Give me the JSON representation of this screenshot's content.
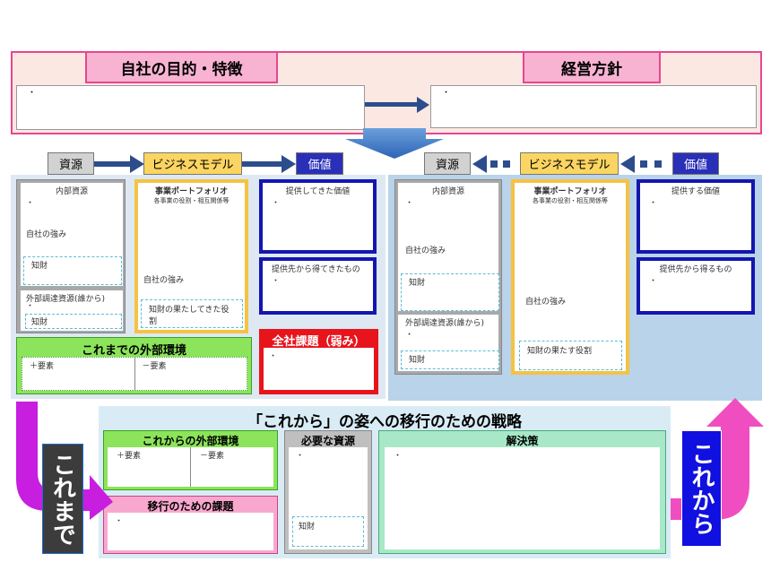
{
  "top": {
    "purpose_title": "自社の目的・特徴",
    "policy_title": "経営方針",
    "bullet": "・"
  },
  "labels": {
    "resource": "資源",
    "business_model": "ビジネスモデル",
    "value": "価値"
  },
  "past": {
    "internal": "内部資源",
    "strength": "自社の強み",
    "ip": "知財",
    "external": "外部調達資源(誰から)",
    "portfolio": "事業ポートフォリオ",
    "portfolio_sub": "各事業の役割・相互関係等",
    "bm_strength": "自社の強み",
    "ip_role": "知財の果たしてきた役割",
    "value1": "提供してきた価値",
    "value2": "提供先から得てきたもの",
    "env_title": "これまでの外部環境",
    "plus": "＋要素",
    "minus": "－要素",
    "issue_title": "全社課題（弱み）",
    "bullet": "・"
  },
  "future": {
    "internal": "内部資源",
    "strength": "自社の強み",
    "ip": "知財",
    "external": "外部調達資源(誰から)",
    "portfolio": "事業ポートフォリオ",
    "portfolio_sub": "各事業の役割・相互関係等",
    "bm_strength": "自社の強み",
    "ip_role": "知財の果たす役割",
    "value1": "提供する価値",
    "value2": "提供先から得るもの",
    "bullet": "・"
  },
  "strategy": {
    "title": "「これから」の姿への移行のための戦略",
    "env_title": "これからの外部環境",
    "plus": "＋要素",
    "minus": "－要素",
    "issue_title": "移行のための課題",
    "resource_title": "必要な資源",
    "ip": "知財",
    "solution_title": "解決策",
    "bullet": "・"
  },
  "side": {
    "past": "これまで",
    "future": "これから"
  }
}
